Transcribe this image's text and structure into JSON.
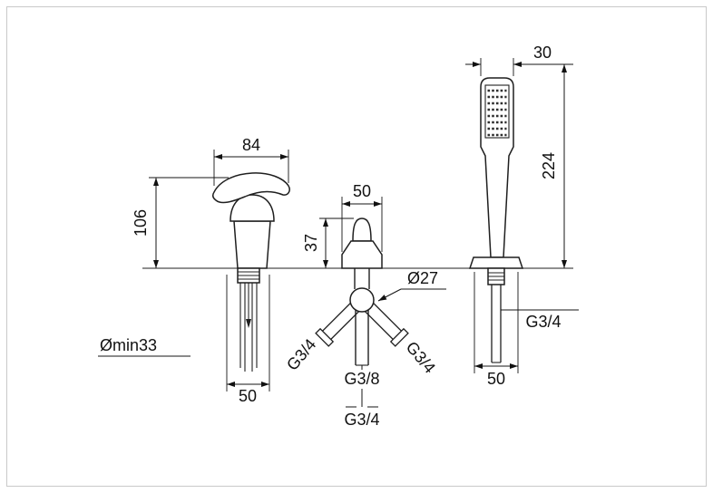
{
  "drawing": {
    "labels": {
      "mixer_width": "84",
      "mixer_height": "106",
      "mixer_hole_min": "Ømin33",
      "mixer_footprint": "50",
      "diverter_width": "50",
      "diverter_height": "37",
      "diverter_diameter": "Ø27",
      "diverter_left_thread": "G3/4",
      "diverter_right_thread": "G3/4",
      "diverter_middle_thread": "G3/8",
      "diverter_bottom_thread": "G3/4",
      "shower_head_width": "30",
      "shower_height": "224",
      "shower_thread": "G3/4",
      "shower_footprint": "50"
    }
  }
}
